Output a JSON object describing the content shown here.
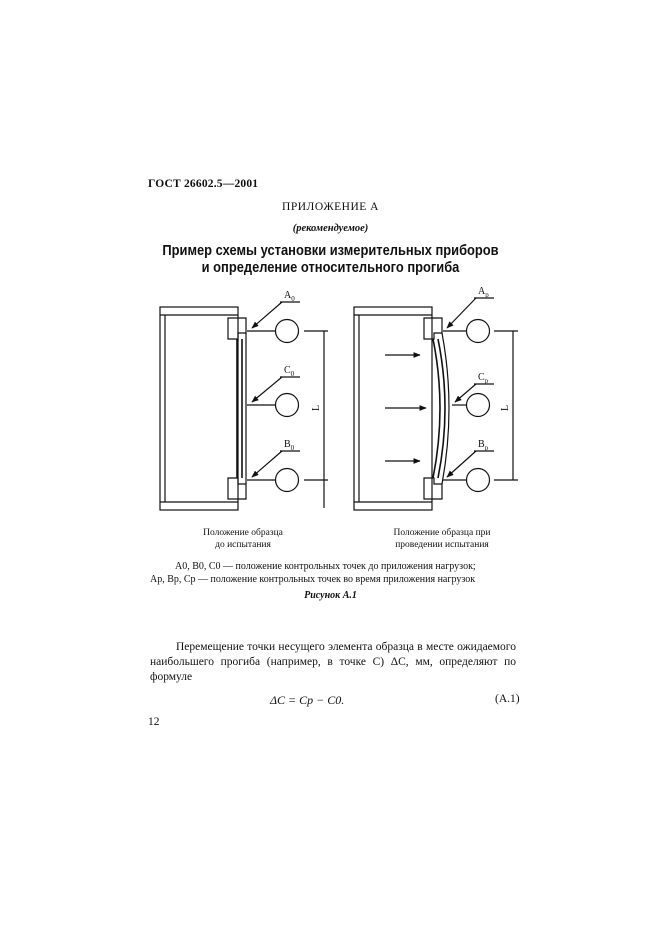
{
  "header": {
    "doc_id": "ГОСТ 26602.5—2001"
  },
  "appendix": {
    "title": "ПРИЛОЖЕНИЕ А",
    "status": "(рекомендуемое)"
  },
  "title": {
    "line1": "Пример схемы установки измерительных приборов",
    "line2": "и определение относительного прогиба"
  },
  "figure": {
    "left": {
      "labels": {
        "a": "A",
        "a_sub": "0",
        "c": "C",
        "c_sub": "0",
        "b": "B",
        "b_sub": "0",
        "dim": "L"
      },
      "caption_line1": "Положение образца",
      "caption_line2": "до испытания"
    },
    "right": {
      "labels": {
        "a": "A",
        "a_sub": "p",
        "c": "C",
        "c_sub": "p",
        "b": "B",
        "b_sub": "p",
        "dim": "L"
      },
      "caption_line1": "Положение образца при",
      "caption_line2": "проведении испытания"
    },
    "legend_line1": "A0, B0, C0 — положение контрольных точек до приложения нагрузок;",
    "legend_line2": "Ap, Bp, Cp — положение контрольных точек во время приложения нагрузок",
    "label": "Рисунок А.1"
  },
  "body": {
    "paragraph": "Перемещение точки несущего элемента образца в месте ожидаемого наибольшего прогиба (например, в точке С) ΔС, мм, определяют по формуле",
    "formula": "ΔC = Cp − C0.",
    "formula_number": "(А.1)"
  },
  "footer": {
    "page_number": "12"
  }
}
